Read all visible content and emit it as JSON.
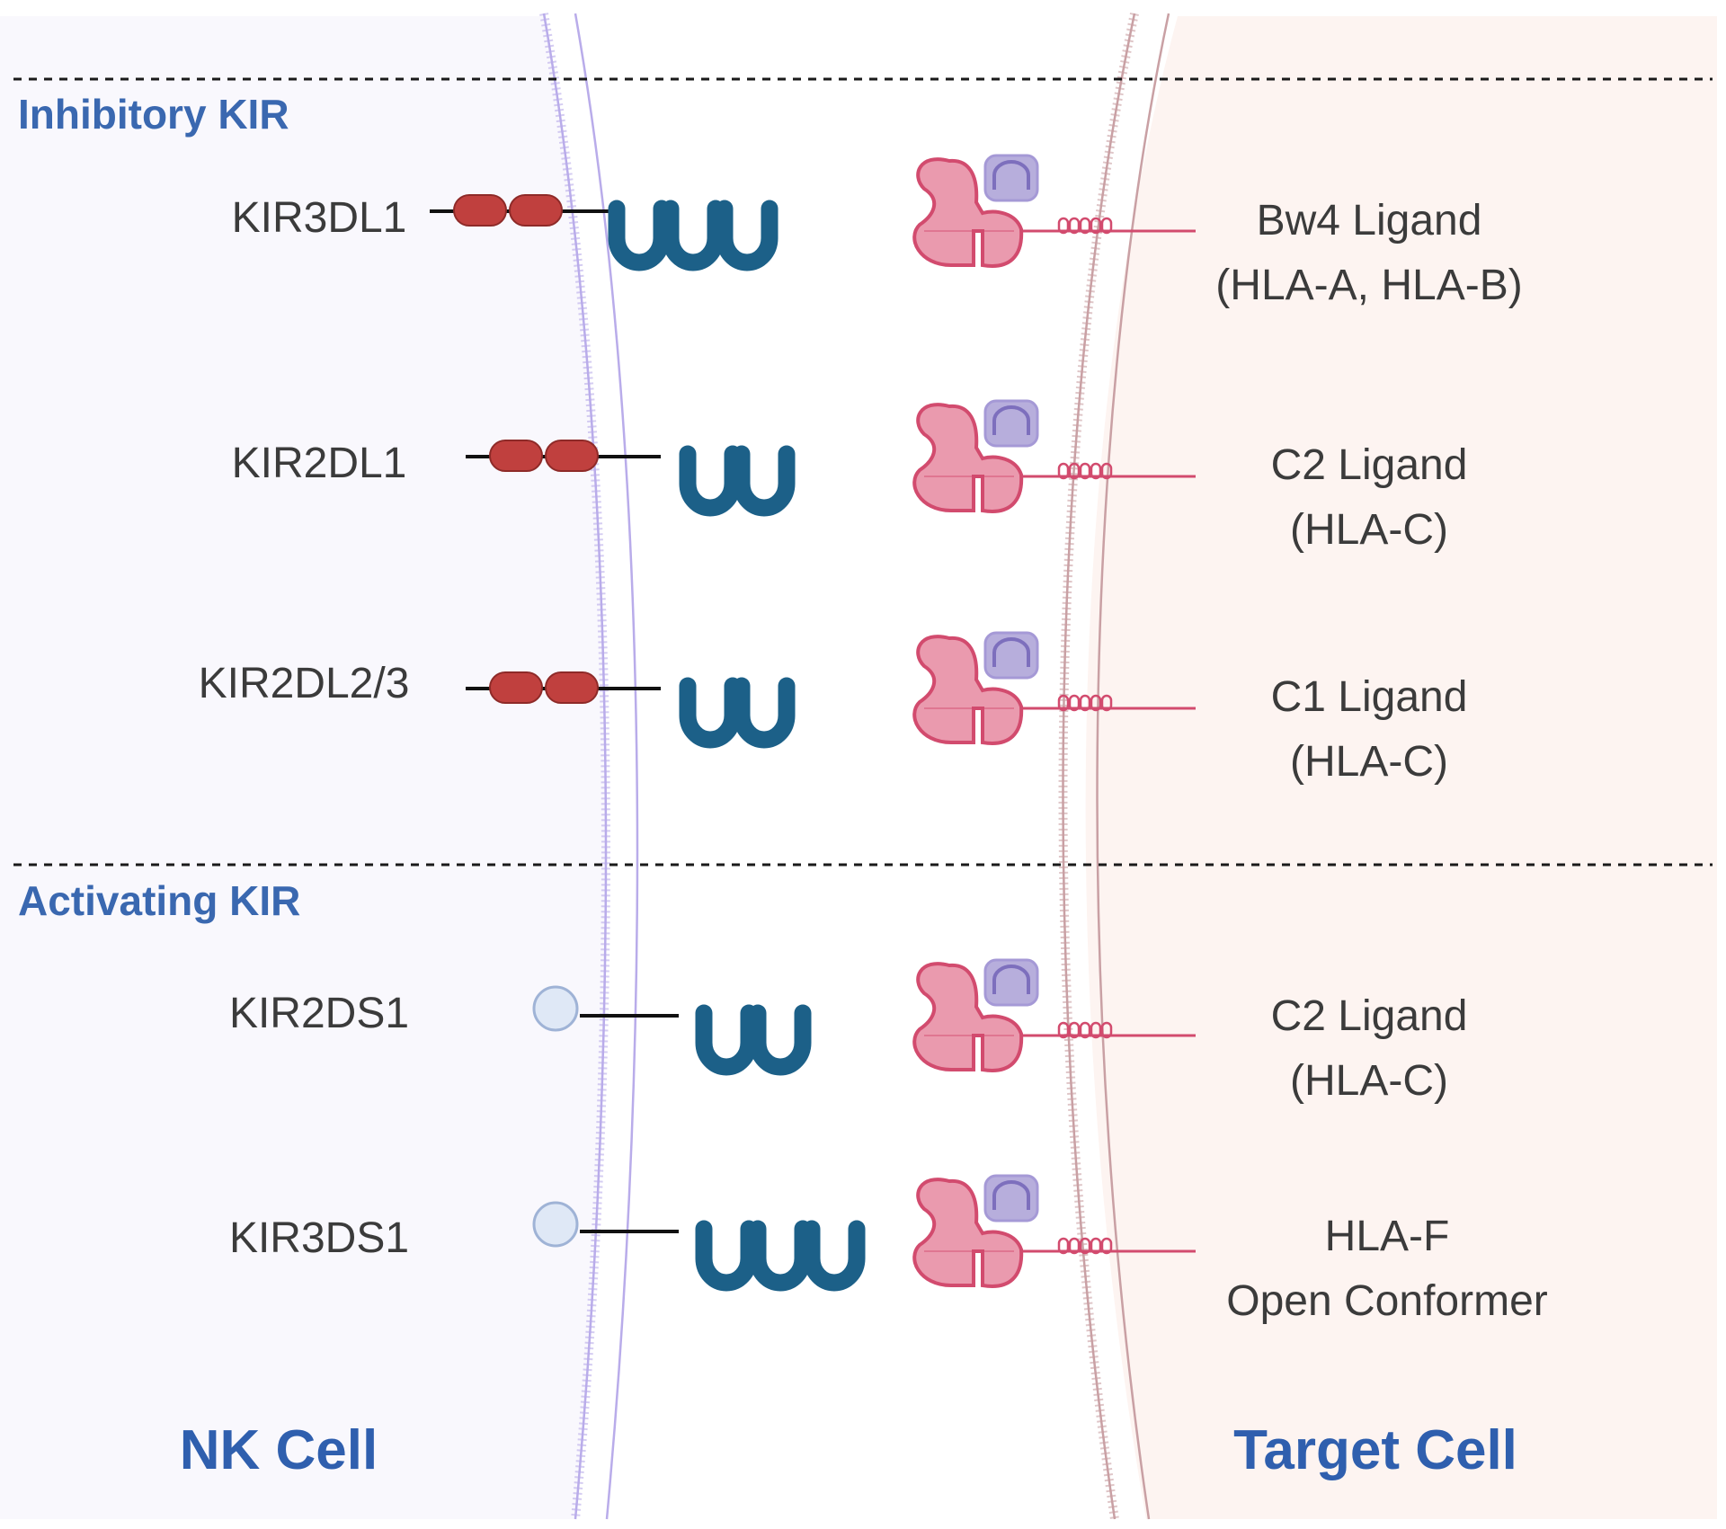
{
  "sections": {
    "inhibitory_title": "Inhibitory KIR",
    "activating_title": "Activating KIR"
  },
  "receptors": [
    {
      "name": "KIR3DL1",
      "ig_domains": 3,
      "tail": "itim"
    },
    {
      "name": "KIR2DL1",
      "ig_domains": 2,
      "tail": "itim"
    },
    {
      "name": "KIR2DL2/3",
      "ig_domains": 2,
      "tail": "itim"
    },
    {
      "name": "KIR2DS1",
      "ig_domains": 2,
      "tail": "adaptor"
    },
    {
      "name": "KIR3DS1",
      "ig_domains": 3,
      "tail": "adaptor"
    }
  ],
  "ligands": [
    {
      "line1": "Bw4 Ligand",
      "line2": "(HLA-A, HLA-B)"
    },
    {
      "line1": "C2 Ligand",
      "line2": "(HLA-C)"
    },
    {
      "line1": "C1 Ligand",
      "line2": "(HLA-C)"
    },
    {
      "line1": "C2 Ligand",
      "line2": "(HLA-C)"
    },
    {
      "line1": "HLA-F",
      "line2": "Open Conformer"
    }
  ],
  "cells": {
    "left": "NK Cell",
    "right": "Target Cell"
  },
  "colors": {
    "nk_bg": "#f9f8fd",
    "target_bg": "#fdf4f1",
    "nk_membrane": "#b9acea",
    "target_membrane": "#c9a0a4",
    "ig_domain": "#1c6088",
    "itim": "#c0403e",
    "adaptor": "#dfe8f6",
    "hla_heavy": "#ea9aae",
    "hla_heavy_stroke": "#d24b6e",
    "b2m": "#b7aedc",
    "b2m_stroke": "#7d6fbd",
    "section_title": "#3a68b0"
  },
  "icons": [
    "itim-domain-icon",
    "adaptor-icon",
    "ig-domain-icon",
    "hla-molecule-icon",
    "beta2m-icon"
  ]
}
